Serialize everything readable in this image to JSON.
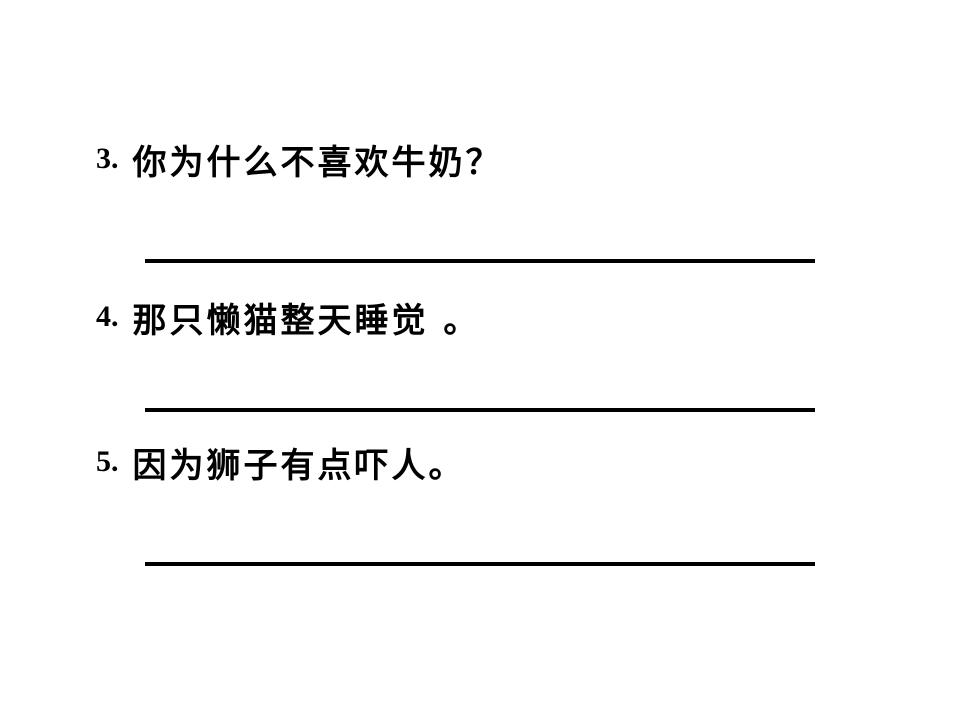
{
  "questions": [
    {
      "number": "3.",
      "text": "你为什么不喜欢牛奶？"
    },
    {
      "number": "4.",
      "text": "那只懒猫整天睡觉 。"
    },
    {
      "number": "5.",
      "text": "因为狮子有点吓人。"
    }
  ]
}
